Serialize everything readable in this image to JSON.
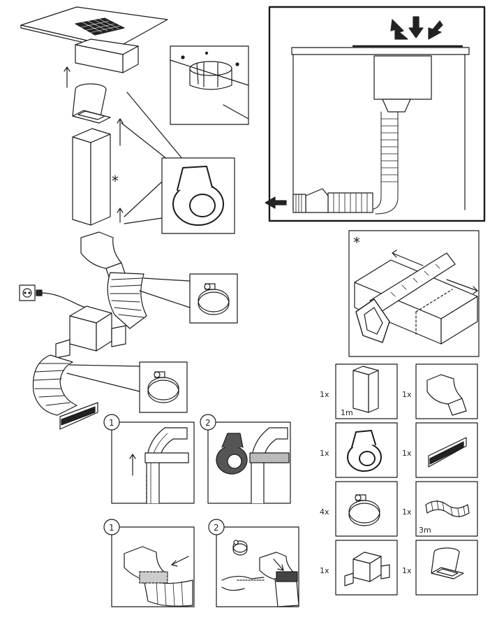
{
  "asterisk": "*",
  "inventory": [
    {
      "id": "duct",
      "qty": "1x",
      "note": "1m"
    },
    {
      "id": "bend",
      "qty": "1x",
      "note": ""
    },
    {
      "id": "tape",
      "qty": "1x",
      "note": ""
    },
    {
      "id": "grille",
      "qty": "1x",
      "note": ""
    },
    {
      "id": "clamp",
      "qty": "4x",
      "note": ""
    },
    {
      "id": "flex",
      "qty": "1x",
      "note": "3m"
    },
    {
      "id": "box",
      "qty": "1x",
      "note": ""
    },
    {
      "id": "adapter",
      "qty": "1x",
      "note": ""
    }
  ],
  "steps": {
    "a1": "1",
    "a2": "2",
    "b1": "1",
    "b2": "2"
  }
}
